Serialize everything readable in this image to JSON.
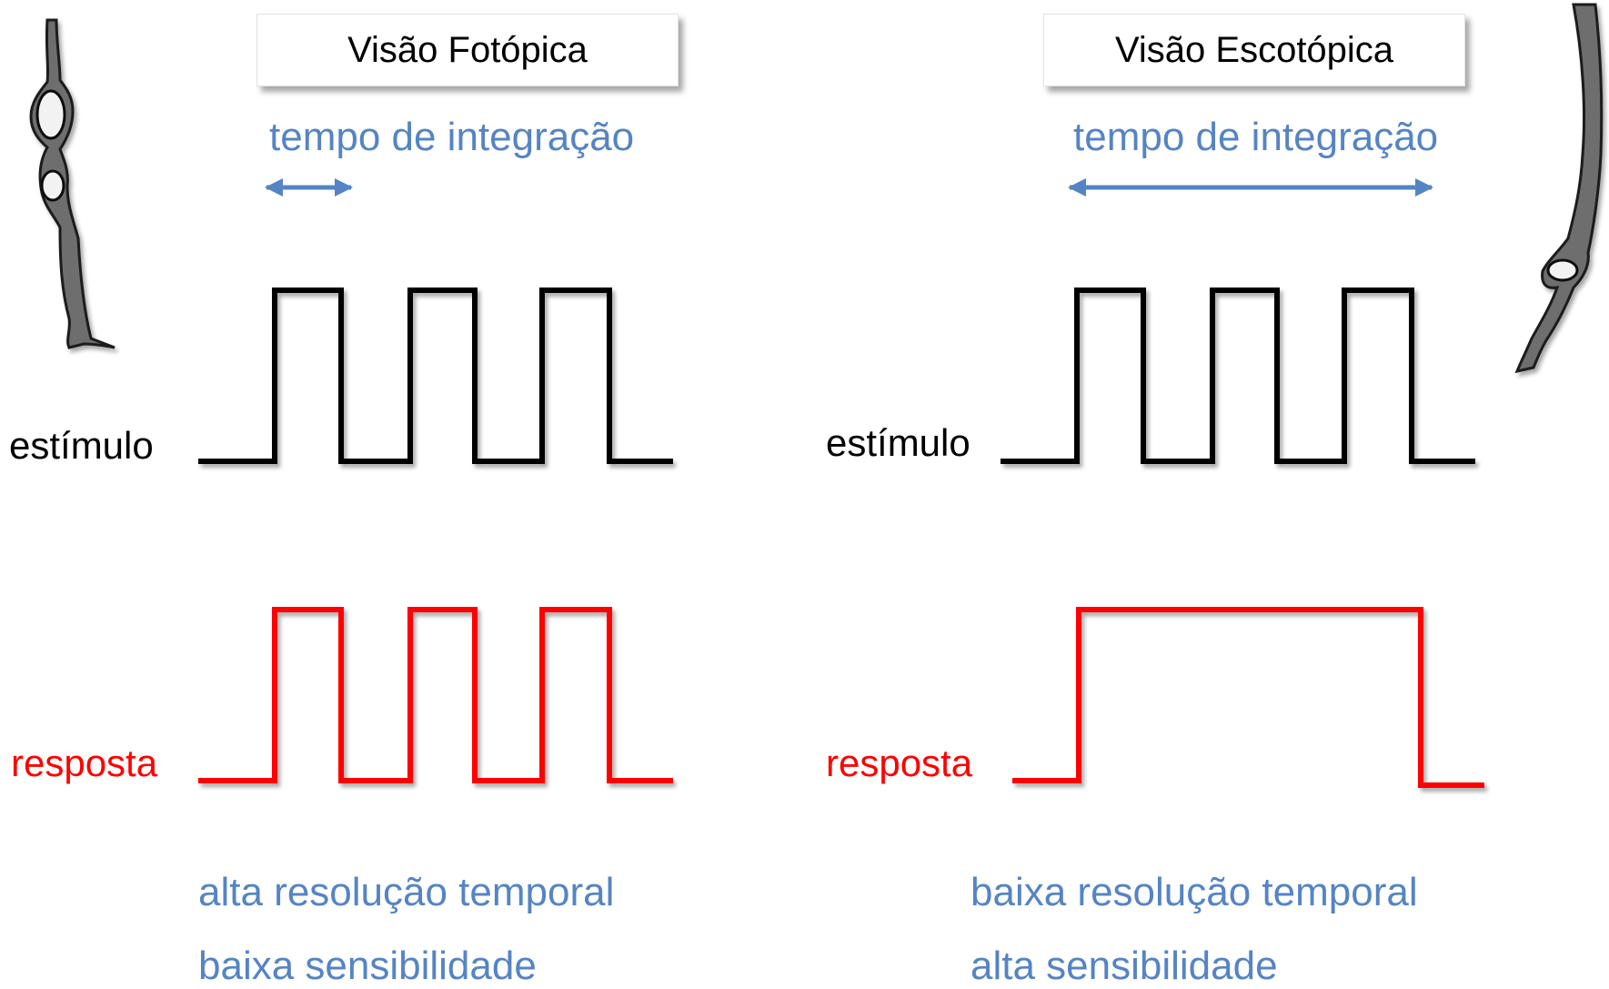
{
  "left_panel": {
    "title": "Visão Fotópica",
    "integration_label": "tempo de integração",
    "stimulus_label": "estímulo",
    "response_label": "resposta",
    "caption_line1": "alta resolução temporal",
    "caption_line2": "baixa sensibilidade"
  },
  "right_panel": {
    "title": "Visão Escotópica",
    "integration_label": "tempo de integração",
    "stimulus_label": "estímulo",
    "response_label": "resposta",
    "caption_line1": "baixa resolução temporal",
    "caption_line2": "alta sensibilidade"
  },
  "colors": {
    "blue": "#5584c4",
    "stimulus": "#000000",
    "response": "#ff0000",
    "cell_fill": "#6e6e6e",
    "cell_outline": "#1a1a1a"
  },
  "icons": {
    "left_cell": "cone-cell-illustration",
    "right_cell": "rod-cell-illustration"
  }
}
